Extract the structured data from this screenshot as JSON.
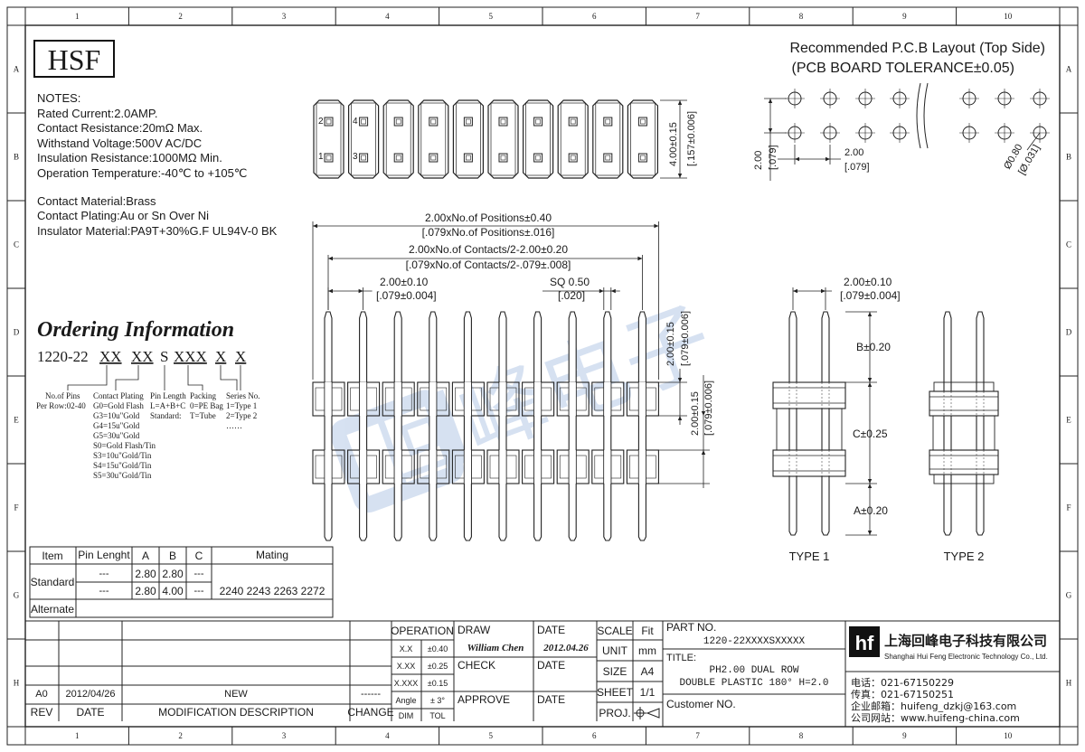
{
  "grid": {
    "columns": [
      "1",
      "2",
      "3",
      "4",
      "5",
      "6",
      "7",
      "8",
      "9",
      "10"
    ],
    "rows": [
      "A",
      "B",
      "C",
      "D",
      "E",
      "F",
      "G",
      "H"
    ]
  },
  "logo": "HSF",
  "notes": {
    "heading": "NOTES:",
    "lines": [
      "Rated Current:2.0AMP.",
      "Contact Resistance:20mΩ Max.",
      "Withstand Voltage:500V AC/DC",
      "Insulation Resistance:1000MΩ Min.",
      "Operation Temperature:-40℃ to +105℃"
    ],
    "materials": [
      "Contact Material:Brass",
      "Contact Plating:Au or Sn Over Ni",
      "Insulator Material:PA9T+30%G.F UL94V-0 BK"
    ]
  },
  "ordering": {
    "title": "Ordering Information",
    "prefix": "1220-22",
    "code_parts": [
      "XX",
      "XX",
      "S",
      "XXX",
      "X",
      "X"
    ],
    "legend": {
      "pins": [
        "No.of Pins",
        "Per Row:02-40"
      ],
      "plating": [
        "Contact Plating",
        "G0=Gold Flash",
        "G3=10u\"Gold",
        "G4=15u\"Gold",
        "G5=30u\"Gold",
        "S0=Gold Flash/Tin",
        "S3=10u\"Gold/Tin",
        "S4=15u\"Gold/Tin",
        "S5=30u\"Gold/Tin"
      ],
      "length": [
        "Pin Length",
        "L=A+B+C",
        "Standard:"
      ],
      "packing": [
        "Packing",
        "0=PE Bag",
        "T=Tube"
      ],
      "series": [
        "Series No.",
        "1=Type 1",
        "2=Type 2",
        "……"
      ]
    }
  },
  "pcb": {
    "title": "Recommended P.C.B Layout (Top Side)",
    "tolerance": "(PCB BOARD TOLERANCE±0.05)",
    "pitch_v": "2.00",
    "pitch_v_in": "[.079]",
    "pitch_h": "2.00",
    "pitch_h_in": "[.079]",
    "hole": "Ø0.80",
    "hole_in": "[Ø.031]"
  },
  "top_view": {
    "pin_labels": [
      "2",
      "4",
      "1",
      "3"
    ],
    "height": "4.00±0.15",
    "height_in": "[.157±0.006]"
  },
  "front_view": {
    "dim_positions": "2.00xNo.of Positions±0.40",
    "dim_positions_in": "[.079xNo.of Positions±.016]",
    "dim_contacts": "2.00xNo.of Contacts/2-2.00±0.20",
    "dim_contacts_in": "[.079xNo.of Contacts/2-.079±.008]",
    "dim_pitch": "2.00±0.10",
    "dim_pitch_in": "[.079±0.004]",
    "dim_sq": "SQ 0.50",
    "dim_sq_in": "[.020]",
    "dim_top": "2.00±0.15",
    "dim_top_in": "[.079±0.006]",
    "dim_mid": "2.00±0.15",
    "dim_mid_in": "[.079±0.006]"
  },
  "side_view": {
    "pitch": "2.00±0.10",
    "pitch_in": "[.079±0.004]",
    "dim_b": "B±0.20",
    "dim_c": "C±0.25",
    "dim_a": "A±0.20",
    "type1": "TYPE 1",
    "type2": "TYPE 2"
  },
  "watermark": "回峰电子",
  "spec_table": {
    "headers": [
      "Item",
      "Pin Lenght",
      "A",
      "B",
      "C",
      "Mating"
    ],
    "rows": [
      [
        "Standard",
        "---",
        "2.80",
        "2.80",
        "---",
        ""
      ],
      [
        "",
        "---",
        "2.80",
        "4.00",
        "---",
        "2240  2243  2263  2272"
      ],
      [
        "Alternate",
        "",
        "",
        "",
        "",
        ""
      ]
    ]
  },
  "title_block": {
    "revision": {
      "rev": "A0",
      "date": "2012/04/26",
      "desc": "NEW",
      "change": "------"
    },
    "rev_header": {
      "rev": "REV",
      "date": "DATE",
      "desc": "MODIFICATION  DESCRIPTION",
      "change": "CHANGE"
    },
    "operation": "OPERATION",
    "tolerances": [
      [
        "X.X",
        "±0.40"
      ],
      [
        "X.XX",
        "±0.25"
      ],
      [
        "X.XXX",
        "±0.15"
      ],
      [
        "Angle",
        "± 3°"
      ]
    ],
    "dim_tol": [
      "DIM",
      "TOL"
    ],
    "draw": "DRAW",
    "drawer": "William Chen",
    "check": "CHECK",
    "approve": "APPROVE",
    "date_label": "DATE",
    "date_value": "2012.04.26",
    "scale": "SCALE",
    "scale_value": "Fit",
    "unit": "UNIT",
    "unit_value": "mm",
    "size": "SIZE",
    "size_value": "A4",
    "sheet": "SHEET",
    "sheet_value": "1/1",
    "proj": "PROJ.",
    "part_no_label": "PART NO.",
    "part_no": "1220-22XXXXSXXXXX",
    "title_label": "TITLE:",
    "title_line1": "PH2.00 DUAL ROW",
    "title_line2": "DOUBLE PLASTIC 180° H=2.0",
    "customer": "Customer NO.",
    "company_cn": "上海回峰电子科技有限公司",
    "company_en": "Shanghai Hui Feng Electronic Technology Co., Ltd.",
    "phone": "电话：021-67150229",
    "fax": "传真：021-67150251",
    "email": "企业邮箱：huifeng_dzkj@163.com",
    "web": "公司网站：www.huifeng-china.com"
  }
}
